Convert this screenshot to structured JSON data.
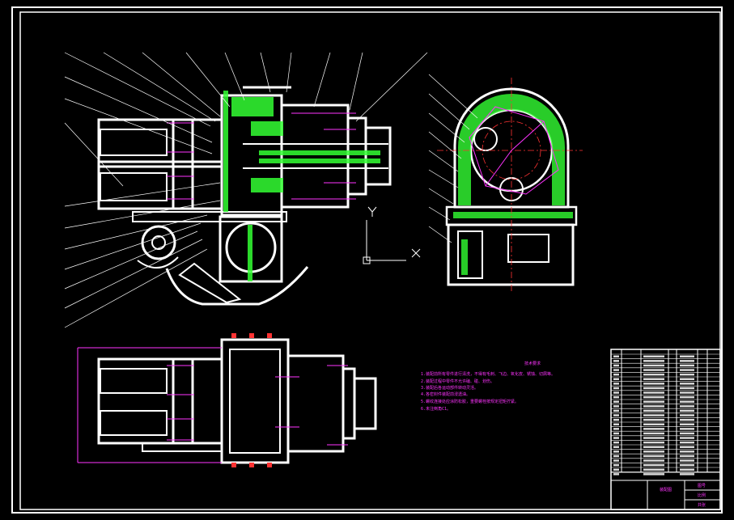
{
  "drawing": {
    "background": "#000000",
    "line_color": "#ffffff",
    "hatch_color": "#33ff33",
    "dim_color": "#ff33ff",
    "center_color": "#ff3333"
  },
  "views": [
    "front-section-view",
    "side-section-view",
    "top-view"
  ],
  "axis_indicator": {
    "x_label": "X",
    "y_label": "Y"
  },
  "notes": {
    "title": "技术要求",
    "lines": [
      "1.装配前所有零件进行清洗，不得有毛刺、飞边、氧化皮、锈蚀、切屑等。",
      "2.装配过程中零件不允许磕、碰、划伤。",
      "3.装配后各运动部件转动灵活。",
      "4.各密封件装配前浸透油。",
      "5.螺纹连接处应涂防松胶，重要螺栓按规定扭矩拧紧。",
      "6.未注倒角C1。"
    ]
  },
  "title_block": {
    "drawing_title": "装配图",
    "code_label": "图号",
    "scale_label": "比例",
    "sheet_label": "共张"
  }
}
